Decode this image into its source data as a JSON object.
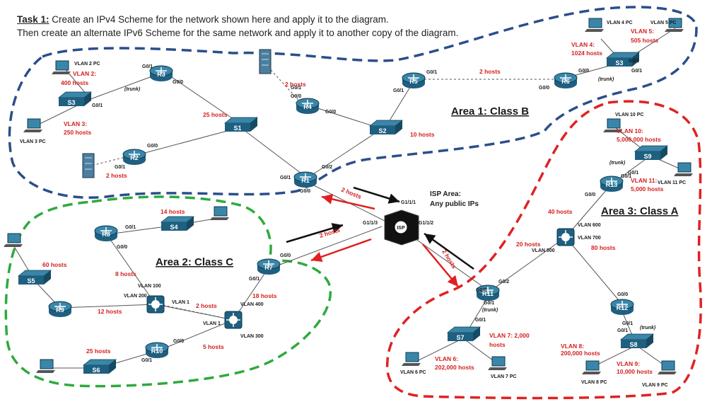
{
  "task": {
    "heading": "Task 1:",
    "line1": " Create an IPv4 Scheme for the network shown here and apply it to the diagram.",
    "line2": "Then create an alternate IPv6 Scheme for the same network and apply it to another copy of the diagram."
  },
  "colors": {
    "area1": "#2b4e8c",
    "area2": "#2eaa3c",
    "area3": "#e02222",
    "device": "#1f5f80",
    "device_top": "#3a86a8",
    "red_label": "#d42020",
    "dark_text": "#1a1a1a"
  },
  "areas": [
    {
      "id": "area1",
      "label": "Area 1: Class B"
    },
    {
      "id": "area2",
      "label": "Area 2: Class C"
    },
    {
      "id": "area3",
      "label": "Area 3: Class A"
    }
  ],
  "isp": {
    "title": "ISP Area:",
    "subtitle": "Any public IPs",
    "label": "ISP"
  },
  "routers": [
    "R1",
    "R2",
    "R3",
    "R4",
    "R5",
    "R6",
    "R7",
    "R8",
    "R9",
    "R10",
    "R11",
    "R12",
    "R13"
  ],
  "switches": [
    "S1",
    "S2",
    "S3",
    "S4",
    "S5",
    "S6",
    "S7",
    "S8",
    "S9",
    "S3"
  ],
  "ml_switches": [
    "",
    "",
    ""
  ],
  "pcs": [
    "VLAN 2 PC",
    "VLAN 3 PC",
    "VLAN 4 PC",
    "VLAN 5 PC",
    "VLAN 10 PC",
    "VLAN 11 PC",
    "VLAN 6 PC",
    "VLAN 7 PC",
    "VLAN 8 PC",
    "VLAN 9 PC"
  ],
  "red_labels": [
    "VLAN 2:",
    "400 hosts",
    "VLAN 3:",
    "250 hosts",
    "2 hosts",
    "2 hosts",
    "25 hosts",
    "2 hosts",
    "10 hosts",
    "VLAN 4:",
    "1024 hosts",
    "VLAN 5:",
    "505 hosts",
    "VLAN 10:",
    "5,000,000 hosts",
    "VLAN 11:",
    "5,000 hosts",
    "40 hosts",
    "20 hosts",
    "80 hosts",
    "2 hosts",
    "2 hosts",
    "2 hosts",
    "14 hosts",
    "60 hosts",
    "8 hosts",
    "12 hosts",
    "2 hosts",
    "18 hosts",
    "25 hosts",
    "5 hosts",
    "VLAN 6:",
    "202,000 hosts",
    "VLAN 7: 2,000",
    "hosts",
    "VLAN 8:",
    "200,000 hosts",
    "VLAN 9:",
    "10,000 hosts"
  ],
  "port_labels": [
    "G0/1",
    "G0/0",
    "(trunk)",
    "G0/1",
    "G0/1",
    "G0/0",
    "G0/0",
    "G0/1",
    "G0/1",
    "G0/0",
    "G0/0",
    "G0/1",
    "(trunk)",
    "G0/1",
    "G0/2",
    "G0/0",
    "G0/1",
    "G0/0",
    "G0/1",
    "G1/1/1",
    "G1/1/3",
    "G1/1/2",
    "G0/0",
    "G0/1",
    "G0/1",
    "G0/0",
    "VLAN 100",
    "VLAN 200",
    "VLAN 1",
    "VLAN 1",
    "VLAN 400",
    "VLAN 300",
    "G0/0",
    "G0/1",
    "VLAN 600",
    "VLAN 700",
    "VLAN 500",
    "G0/0",
    "G0/2",
    "(trunk)",
    "G0/1",
    "G0/1",
    "G0/0",
    "G0/1",
    "(trunk)",
    "G0/1",
    "(trunk)",
    "G0/1",
    "G0/1",
    "G0/0"
  ]
}
